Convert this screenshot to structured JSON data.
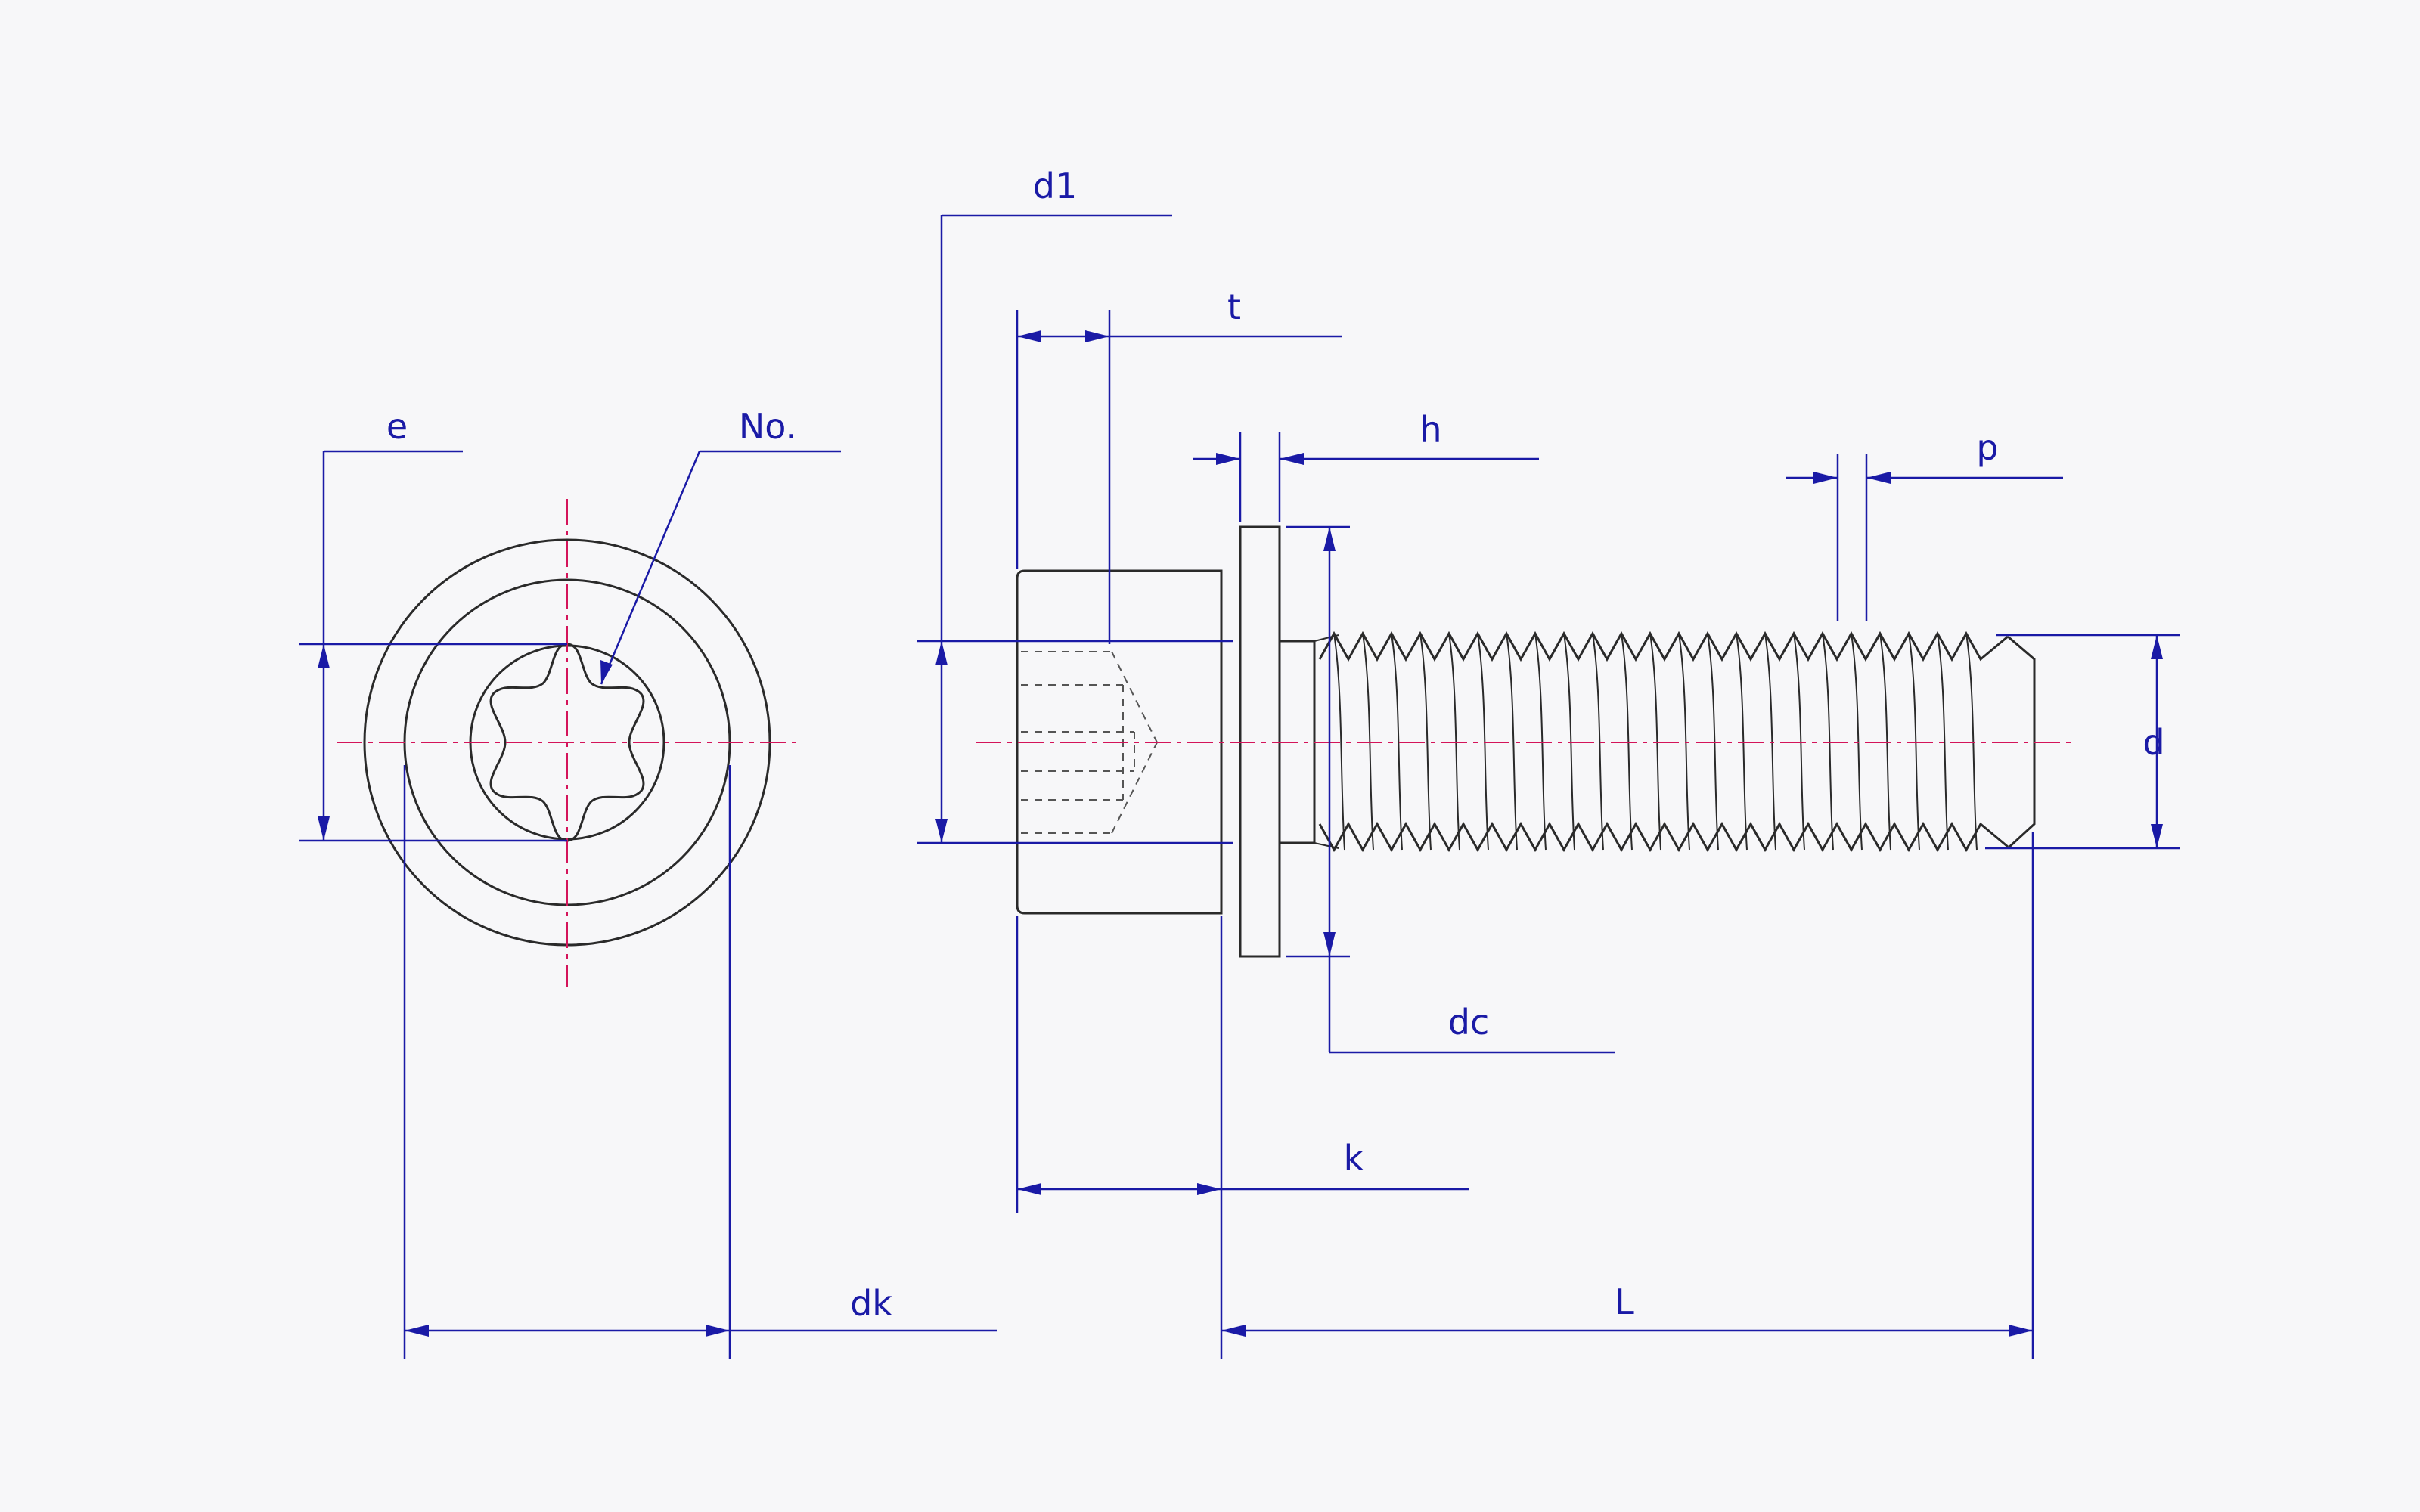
{
  "colors": {
    "object_line": "#2a2a2a",
    "dimension_line": "#1a1aa6",
    "center_line": "#d4145a",
    "background": "#f7f7f9"
  },
  "labels": {
    "e": "e",
    "no": "No.",
    "dk": "dk",
    "d1": "d1",
    "t": "t",
    "h": "h",
    "p": "p",
    "d": "d",
    "dc": "dc",
    "k": "k",
    "L": "L"
  }
}
